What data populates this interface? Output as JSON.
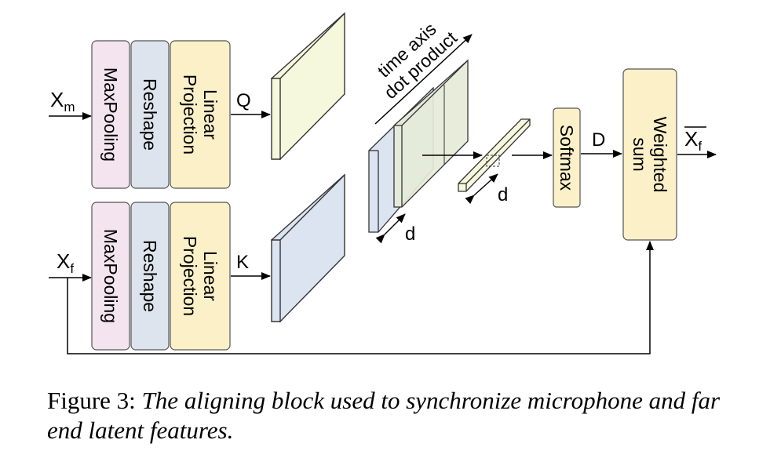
{
  "diagram": {
    "inputs": {
      "xm_base": "X",
      "xm_sub": "m",
      "xf_base": "X",
      "xf_sub": "f"
    },
    "blocks": {
      "maxpooling": "MaxPooling",
      "reshape": "Reshape",
      "linear_line1": "Linear",
      "linear_line2": "Projection",
      "softmax": "Softmax",
      "weighted_line1": "Weighted",
      "weighted_line2": "sum"
    },
    "labels": {
      "q": "Q",
      "k": "K",
      "d_output": "D",
      "d_dim": "d",
      "time_axis_line1": "time axis",
      "time_axis_line2": "dot product",
      "output_base": "X",
      "output_sub": "f"
    },
    "colors": {
      "maxpool_fill": "#f3e4ef",
      "reshape_fill": "#dde4ee",
      "linear_fill": "#fbf0c8",
      "q_fill": "#f5f8dc",
      "k_fill": "#dbe4f0",
      "stroke": "#333333"
    }
  },
  "caption": {
    "figure_label": "Figure 3:",
    "text": "The aligning block used to synchronize microphone and far end latent features."
  }
}
